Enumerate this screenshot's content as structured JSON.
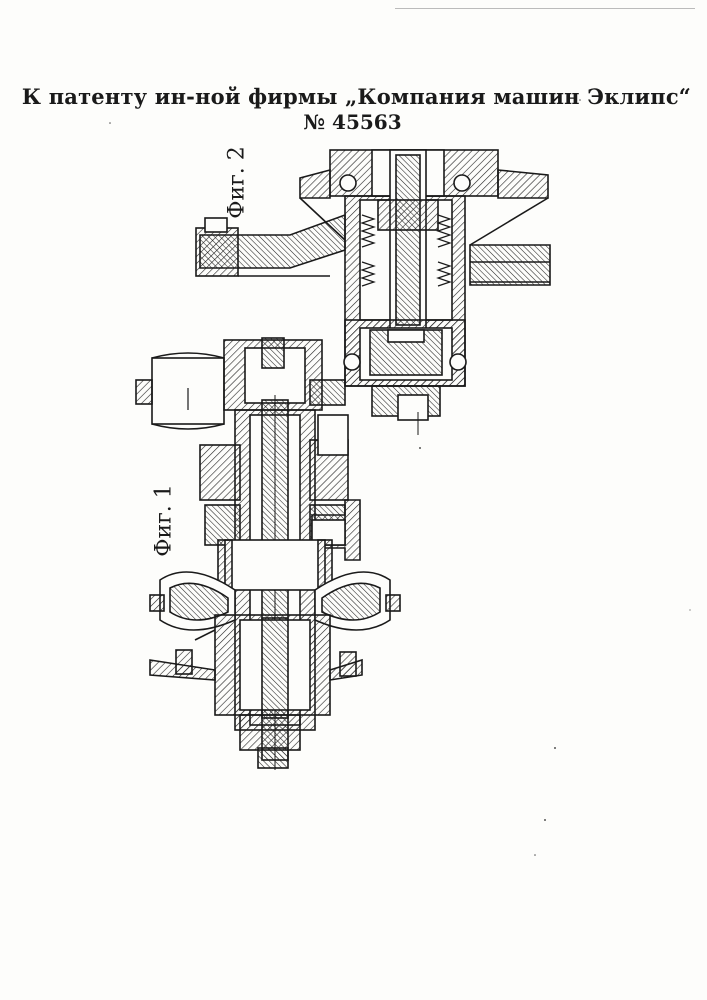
{
  "document": {
    "title": "К патенту ин-ной фирмы „Компания машин Эклипс“",
    "patent_number": "№ 45563"
  },
  "figures": {
    "fig1_label": "Фиг. 1",
    "fig2_label": "Фиг. 2"
  }
}
